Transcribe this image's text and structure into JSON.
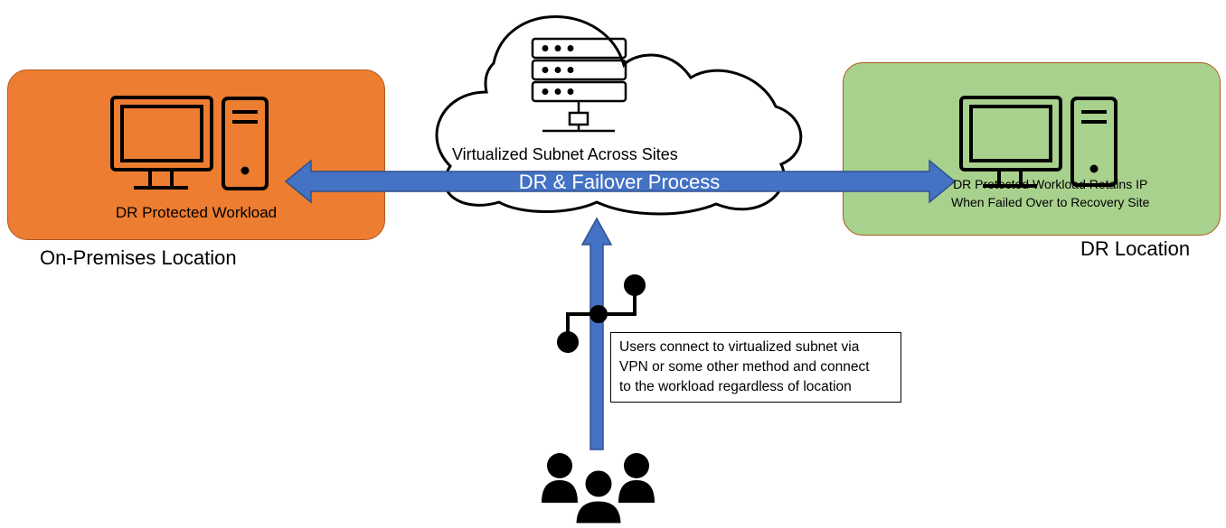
{
  "onprem": {
    "workload_label": "DR Protected Workload",
    "location_label": "On-Premises Location",
    "icons": [
      "monitor-icon",
      "tower-pc-icon"
    ],
    "color": "#ed7d31"
  },
  "dr": {
    "workload_label": "DR Protected Workload Retains IP\nWhen Failed Over to Recovery Site",
    "location_label": "DR Location",
    "icons": [
      "monitor-icon",
      "tower-pc-icon"
    ],
    "color": "#a9d18e"
  },
  "cloud": {
    "label": "Virtualized Subnet Across Sites",
    "icons": [
      "server-rack-icon",
      "network-icon"
    ]
  },
  "process": {
    "label": "DR & Failover Process",
    "color": "#4472c4"
  },
  "users": {
    "note": "Users connect to virtualized subnet via\nVPN or some other method and connect\nto the workload regardless of location",
    "icons": [
      "users-group-icon",
      "usb-connector-icon"
    ]
  }
}
